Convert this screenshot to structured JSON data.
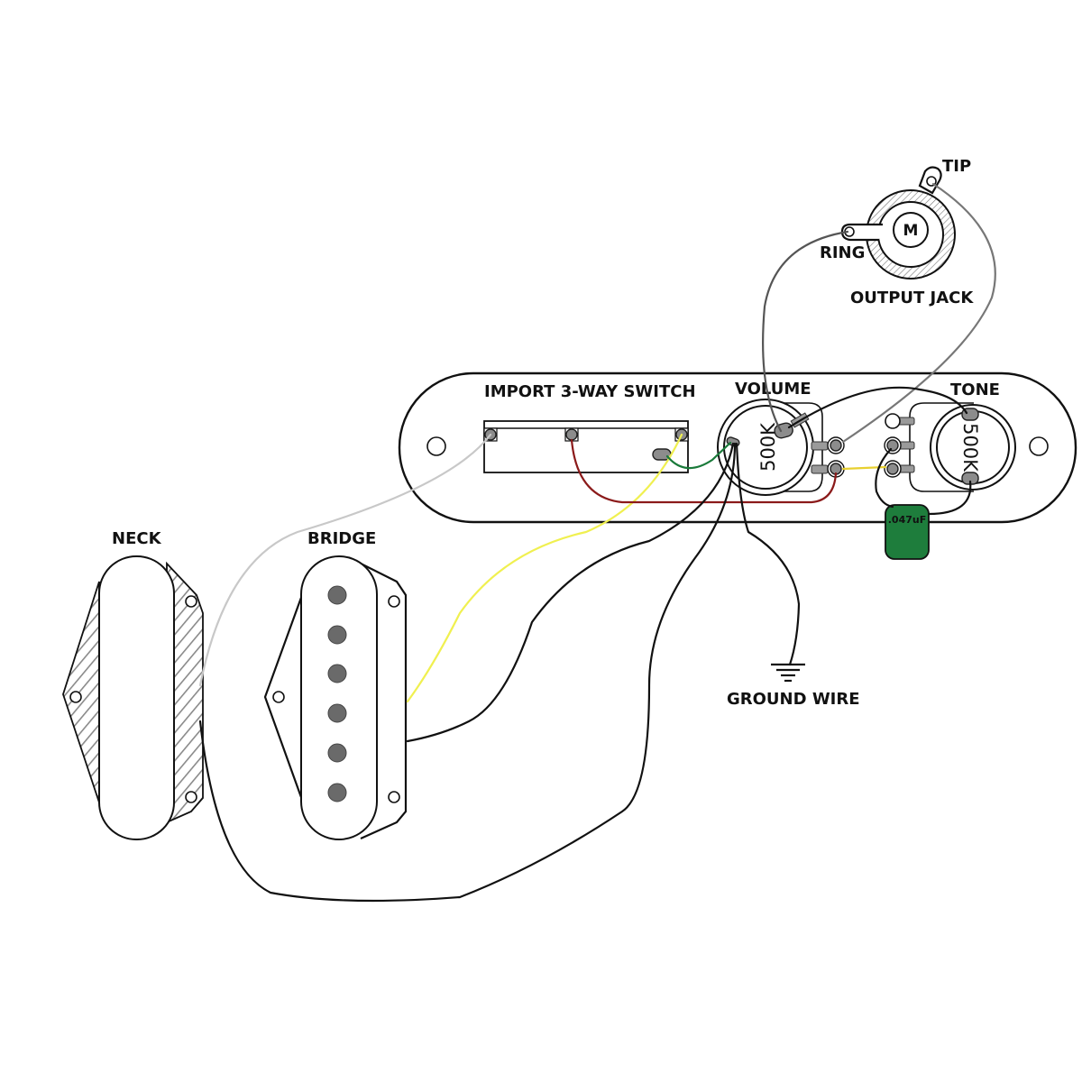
{
  "diagram": {
    "title": "Telecaster 3-Way Wiring Diagram",
    "labels": {
      "tip": "TIP",
      "ring": "RING",
      "output_jack": "OUTPUT JACK",
      "jack_center": "M",
      "switch": "IMPORT 3-WAY SWITCH",
      "volume": "VOLUME",
      "tone": "TONE",
      "volume_value": "500K",
      "tone_value": "500K",
      "capacitor_value": ".047uF",
      "neck": "NECK",
      "bridge": "BRIDGE",
      "ground": "GROUND WIRE"
    },
    "components": {
      "pickups": [
        {
          "name": "NECK",
          "pole_pieces": 0,
          "shielded": true
        },
        {
          "name": "BRIDGE",
          "pole_pieces": 6,
          "shielded": false
        }
      ],
      "switch": {
        "name": "IMPORT 3-WAY SWITCH",
        "lugs": 3
      },
      "pots": [
        {
          "name": "VOLUME",
          "value": "500K"
        },
        {
          "name": "TONE",
          "value": "500K"
        }
      ],
      "capacitor": {
        "value": ".047uF"
      },
      "jack": {
        "name": "OUTPUT JACK",
        "terminals": [
          "TIP",
          "RING"
        ]
      }
    },
    "wires": [
      {
        "id": "neck-hot",
        "color": "#c8c8c8",
        "from": "NECK",
        "to": "switch lug 1"
      },
      {
        "id": "bridge-hot",
        "color": "#f0f050",
        "from": "BRIDGE",
        "to": "switch lug 3"
      },
      {
        "id": "switch-out",
        "color": "#1a7a3a",
        "from": "switch common",
        "to": "VOLUME input"
      },
      {
        "id": "switch-mid",
        "color": "#8b1a1a",
        "from": "switch lug 2",
        "to": "VOLUME lug"
      },
      {
        "id": "tone-link",
        "color": "#e8d030",
        "from": "VOLUME",
        "to": "TONE"
      },
      {
        "id": "jack-tip",
        "color": "#777777",
        "from": "VOLUME",
        "to": "TIP"
      },
      {
        "id": "jack-ring",
        "color": "#555555",
        "from": "VOLUME ground",
        "to": "RING"
      },
      {
        "id": "ground",
        "color": "#111111",
        "from": "VOLUME ground",
        "to": "GROUND WIRE"
      }
    ],
    "colors": {
      "capacitor": "#1e7d3c",
      "wire_neck": "#c8c8c8",
      "wire_bridge": "#f0f050",
      "wire_green": "#1a7a3a",
      "wire_red": "#8b1a1a",
      "wire_yellow_short": "#e8d030",
      "wire_tip": "#777777",
      "wire_ring": "#555555",
      "wire_black": "#111111"
    }
  }
}
